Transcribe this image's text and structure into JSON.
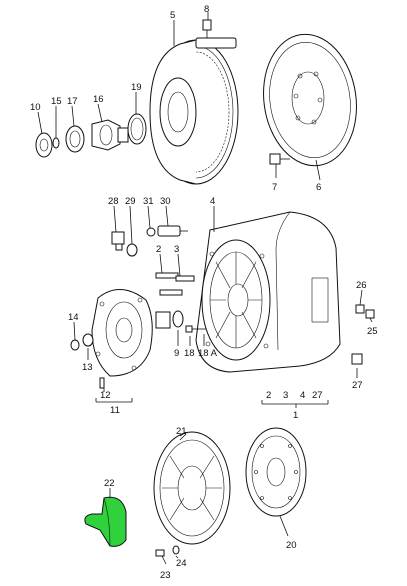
{
  "diagram": {
    "callouts": {
      "c1": "1",
      "c2": "2",
      "c3": "3",
      "c3b": "3",
      "c4": "4",
      "c4b": "4",
      "c5": "5",
      "c6": "6",
      "c7": "7",
      "c8": "8",
      "c9": "9",
      "c10": "10",
      "c11": "11",
      "c12": "12",
      "c13": "13",
      "c14": "14",
      "c15": "15",
      "c16": "16",
      "c17": "17",
      "c18": "18",
      "c18a": "18 A",
      "c19": "19",
      "c20": "20",
      "c21": "21",
      "c22": "22",
      "c23": "23",
      "c24": "24",
      "c25": "25",
      "c26": "26",
      "c27": "27",
      "c27b": "27",
      "c28": "28",
      "c29": "29",
      "c30": "30",
      "c31": "31"
    },
    "highlight_color": "#2fd13c",
    "highlighted_part": "22"
  }
}
